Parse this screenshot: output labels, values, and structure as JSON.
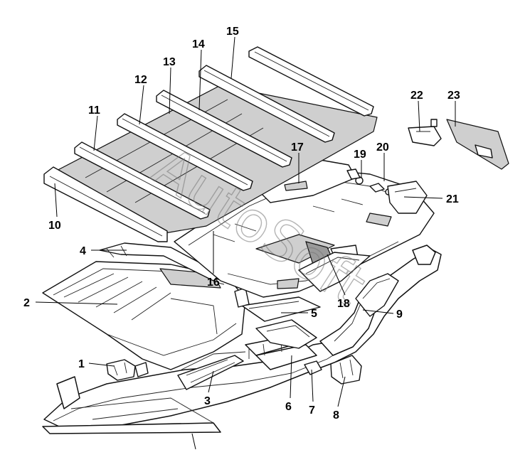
{
  "diagram": {
    "labels": [
      {
        "id": "1",
        "text": "1"
      },
      {
        "id": "2",
        "text": "2"
      },
      {
        "id": "3",
        "text": "3"
      },
      {
        "id": "4",
        "text": "4"
      },
      {
        "id": "5",
        "text": "5"
      },
      {
        "id": "6",
        "text": "6"
      },
      {
        "id": "7",
        "text": "7"
      },
      {
        "id": "8",
        "text": "8"
      },
      {
        "id": "9",
        "text": "9"
      },
      {
        "id": "10",
        "text": "10"
      },
      {
        "id": "11",
        "text": "11"
      },
      {
        "id": "12",
        "text": "12"
      },
      {
        "id": "13",
        "text": "13"
      },
      {
        "id": "14",
        "text": "14"
      },
      {
        "id": "15",
        "text": "15"
      },
      {
        "id": "16",
        "text": "16"
      },
      {
        "id": "17",
        "text": "17"
      },
      {
        "id": "18",
        "text": "18"
      },
      {
        "id": "19",
        "text": "19"
      },
      {
        "id": "20",
        "text": "20"
      },
      {
        "id": "21",
        "text": "21"
      },
      {
        "id": "22",
        "text": "22"
      },
      {
        "id": "23",
        "text": "23"
      }
    ],
    "watermark": "AutoSoft"
  }
}
